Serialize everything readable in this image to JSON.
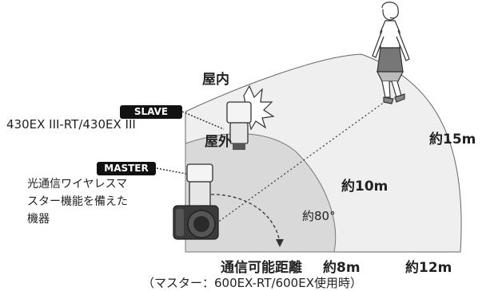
{
  "labels": {
    "indoor": "屋内",
    "outdoor": "屋外",
    "slave_badge": "SLAVE",
    "slave_model": "430EX III-RT/430EX III",
    "master_badge": "MASTER",
    "master_desc_1": "光通信ワイヤレスマ",
    "master_desc_2": "スター機能を備えた",
    "master_desc_3": "機器",
    "dist_15": "約15m",
    "dist_10": "約10m",
    "angle": "約80°",
    "range_title": "通信可能距離",
    "dist_8": "約8m",
    "dist_12": "約12m",
    "caption": "（マスター：600EX-RT/600EX使用時）"
  },
  "colors": {
    "outer_zone": "#efefef",
    "inner_zone": "#d9d9d9",
    "outline": "#666666",
    "badge_bg": "#111111"
  }
}
